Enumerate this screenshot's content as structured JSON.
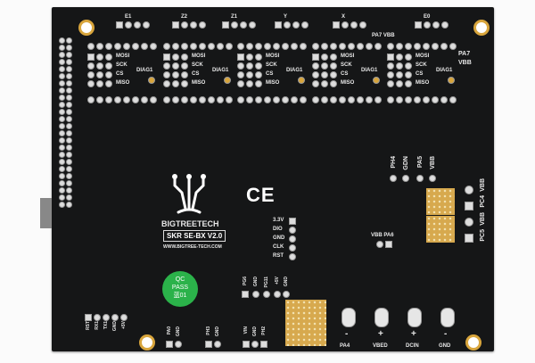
{
  "board": {
    "brand": "BIGTREETECH",
    "model": "SKR SE-BX V2.0",
    "website": "WWW.BIGTREE-TECH.COM",
    "ce_mark": "CE",
    "qc_sticker": {
      "line1": "QC",
      "line2": "PASS",
      "line3": "蓝01"
    },
    "driver_labels": [
      "E1",
      "Z2",
      "Z1",
      "Y",
      "X",
      "E0"
    ],
    "spi_labels": [
      "MOSI",
      "SCK",
      "CS",
      "MISO"
    ],
    "diag_label": "DIAG1",
    "top_right": {
      "pa7_vbb": "PA7  VBB",
      "pa7": "PA7",
      "vbb": "VBB"
    },
    "swd": [
      "3.3V",
      "DIO",
      "GND",
      "CLK",
      "RST"
    ],
    "mid_pins": [
      "PH4",
      "GDN",
      "PA5",
      "VBB"
    ],
    "vbb_pa6": "VBB PA6",
    "right_side": [
      "VBB",
      "PC4",
      "VBB",
      "PC5"
    ],
    "uart": [
      "RST",
      "RX1",
      "TX1",
      "GND",
      "+5V"
    ],
    "power_terminals": [
      {
        "sign": "-",
        "label": "PA4"
      },
      {
        "sign": "+",
        "label": "VBED"
      },
      {
        "sign": "+",
        "label": "DCIN"
      },
      {
        "sign": "-",
        "label": "GND"
      }
    ],
    "bottom_pins": [
      "PA0",
      "GND",
      "PH3",
      "GND",
      "VIN",
      "GND",
      "PH2"
    ],
    "fan_pins": [
      "PG6",
      "GND",
      "PG11",
      "+5V",
      "GND"
    ]
  }
}
